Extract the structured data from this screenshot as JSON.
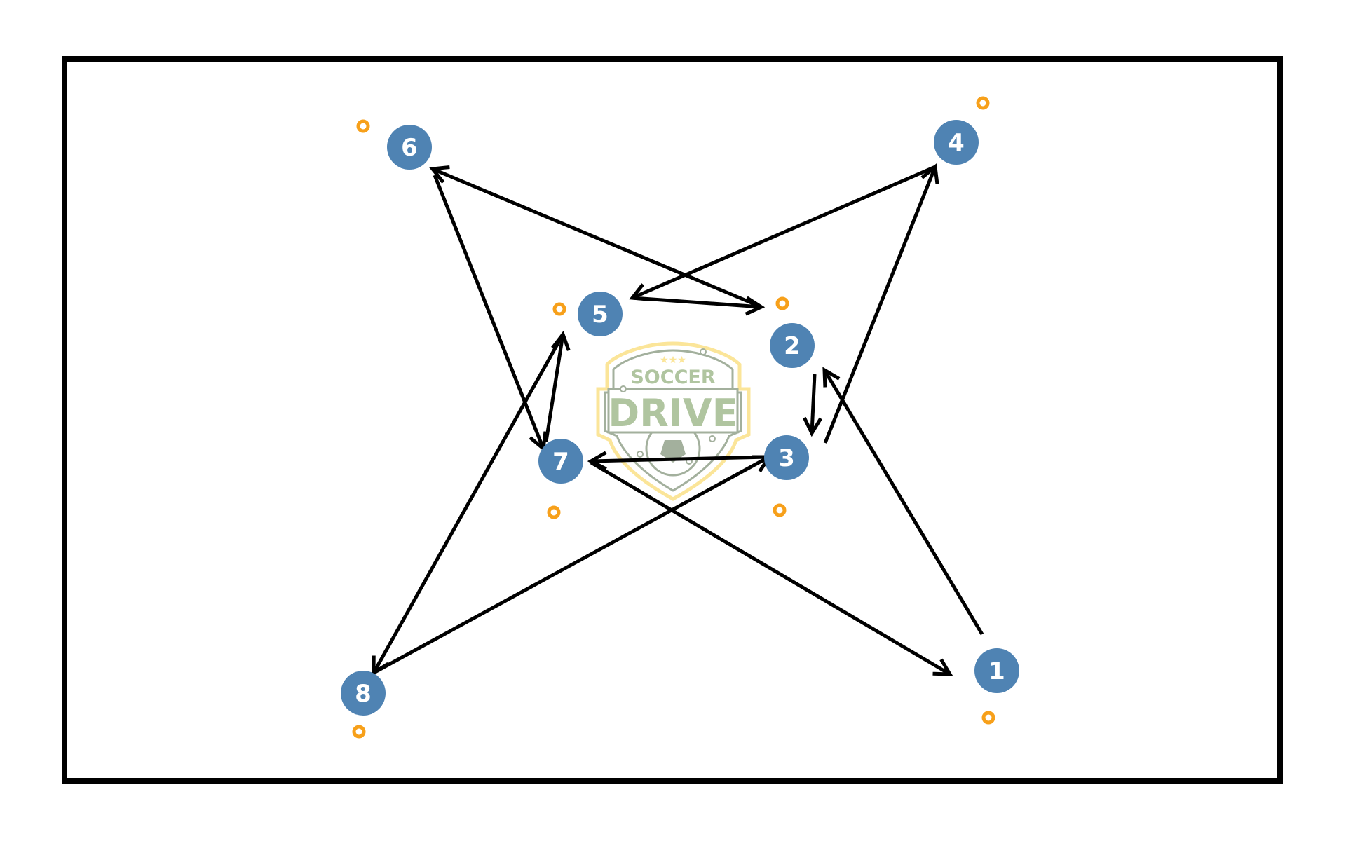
{
  "diagram": {
    "title": "Passing drill diagram",
    "colors": {
      "player": "#4f83b3",
      "player_text": "#ffffff",
      "cone": "#f7a01a",
      "arrow": "#000000",
      "border": "#000000",
      "logo_green": "#a8bf96",
      "logo_gray": "#9aa893",
      "logo_yellow": "#fbe38e"
    },
    "players": [
      {
        "id": "1",
        "label": "1"
      },
      {
        "id": "2",
        "label": "2"
      },
      {
        "id": "3",
        "label": "3"
      },
      {
        "id": "4",
        "label": "4"
      },
      {
        "id": "5",
        "label": "5"
      },
      {
        "id": "6",
        "label": "6"
      },
      {
        "id": "7",
        "label": "7"
      },
      {
        "id": "8",
        "label": "8"
      }
    ],
    "cones_count": 8,
    "passes": [
      {
        "from": "1",
        "to": "2"
      },
      {
        "from": "2",
        "to": "3"
      },
      {
        "from": "3",
        "to": "4"
      },
      {
        "from": "4",
        "to": "5"
      },
      {
        "from": "5",
        "to": "2"
      },
      {
        "from": "2",
        "to": "6"
      },
      {
        "from": "6",
        "to": "7"
      },
      {
        "from": "7",
        "to": "5"
      },
      {
        "from": "5",
        "to": "8"
      },
      {
        "from": "8",
        "to": "3"
      },
      {
        "from": "3",
        "to": "7"
      },
      {
        "from": "7",
        "to": "1"
      }
    ],
    "logo": {
      "top_text": "SOCCER",
      "main_text": "DRIVE",
      "stars": "★★★"
    }
  }
}
